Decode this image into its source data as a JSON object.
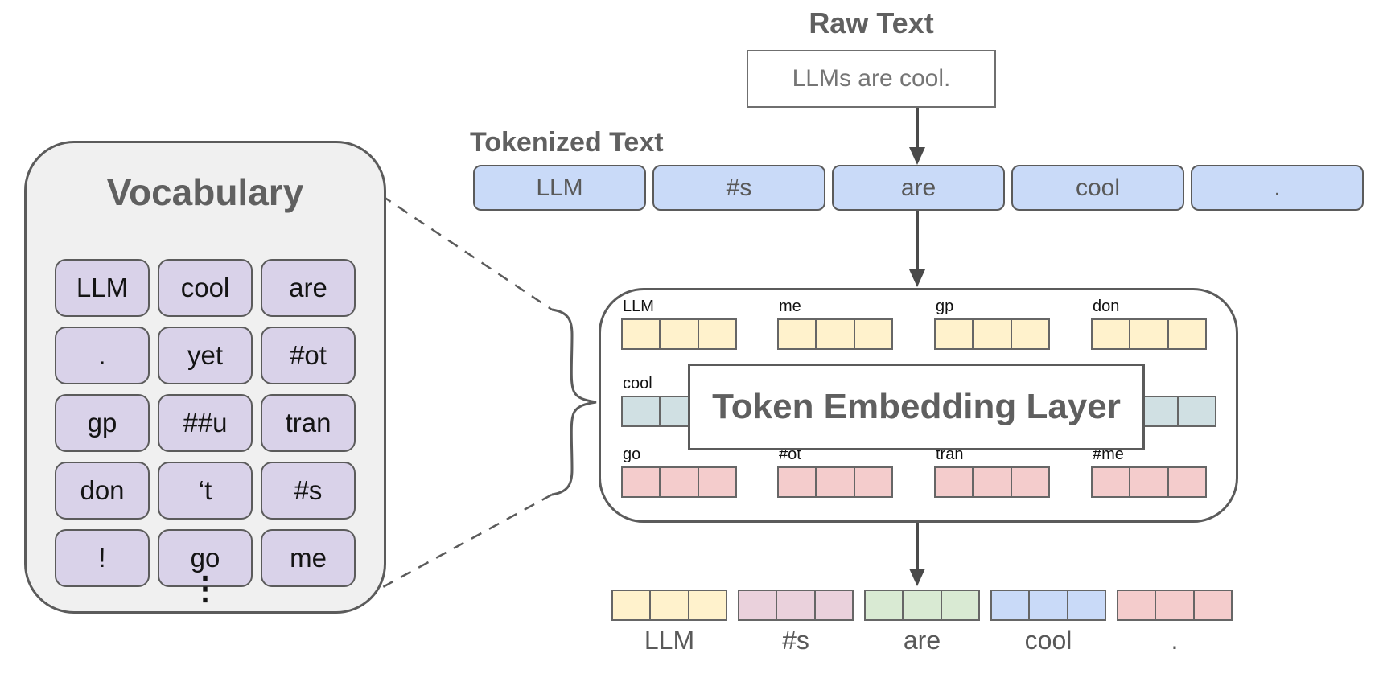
{
  "vocabulary": {
    "title": "Vocabulary",
    "ellipsis": "⋮",
    "rows": [
      [
        "LLM",
        "cool",
        "are"
      ],
      [
        ".",
        "yet",
        "#ot"
      ],
      [
        "gp",
        "##u",
        "tran"
      ],
      [
        "don",
        "‘t",
        "#s"
      ],
      [
        "!",
        "go",
        "me"
      ]
    ]
  },
  "raw_text": {
    "heading": "Raw Text",
    "value": "LLMs are cool."
  },
  "tokenized": {
    "heading": "Tokenized Text",
    "tokens": [
      "LLM",
      "#s",
      "are",
      "cool",
      "."
    ]
  },
  "embedding": {
    "title": "Token Embedding Layer",
    "cells_per_vector": 3,
    "top_row": {
      "color": "#fff2cc",
      "labels": [
        "LLM",
        "me",
        "gp",
        "don"
      ]
    },
    "middle_row": {
      "color": "#d0e0e3",
      "left_label": "cool"
    },
    "bottom_row": {
      "color": "#f4cccc",
      "labels": [
        "go",
        "#ot",
        "tran",
        "#me"
      ]
    }
  },
  "output_row": {
    "vectors": [
      {
        "label": "LLM",
        "color": "#fff2cc"
      },
      {
        "label": "#s",
        "color": "#ead1dc"
      },
      {
        "label": "are",
        "color": "#d9ead3"
      },
      {
        "label": "cool",
        "color": "#c9daf8"
      },
      {
        "label": ".",
        "color": "#f4cccc"
      }
    ]
  },
  "colors": {
    "token_fill": "#c9daf8",
    "vocab_fill": "#d9d2e9",
    "panel_fill": "#f0f0f0",
    "border_dark": "#5b5b5b",
    "heading_text": "#606060",
    "muted_text": "#757575",
    "arrow": "#4a4a4a"
  }
}
